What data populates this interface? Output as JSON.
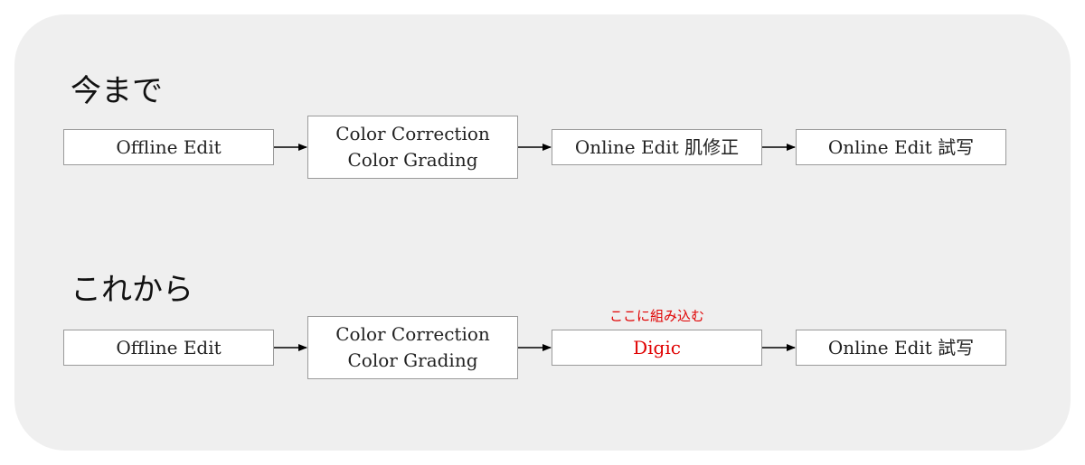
{
  "before": {
    "heading": "今まで",
    "steps": [
      {
        "lines": [
          "Offline Edit"
        ]
      },
      {
        "lines": [
          "Color Correction",
          "Color Grading"
        ]
      },
      {
        "lines": [
          "Online Edit 肌修正"
        ]
      },
      {
        "lines": [
          "Online Edit 試写"
        ]
      }
    ]
  },
  "after": {
    "heading": "これから",
    "steps": [
      {
        "lines": [
          "Offline Edit"
        ]
      },
      {
        "lines": [
          "Color Correction",
          "Color Grading"
        ]
      },
      {
        "lines": [
          "Digic"
        ],
        "note": "ここに組み込む"
      },
      {
        "lines": [
          "Online Edit 試写"
        ]
      }
    ]
  },
  "colors": {
    "panel": "#efefef",
    "highlight": "#e00000",
    "box_border": "#9a9a9a",
    "arrow": "#000000"
  }
}
